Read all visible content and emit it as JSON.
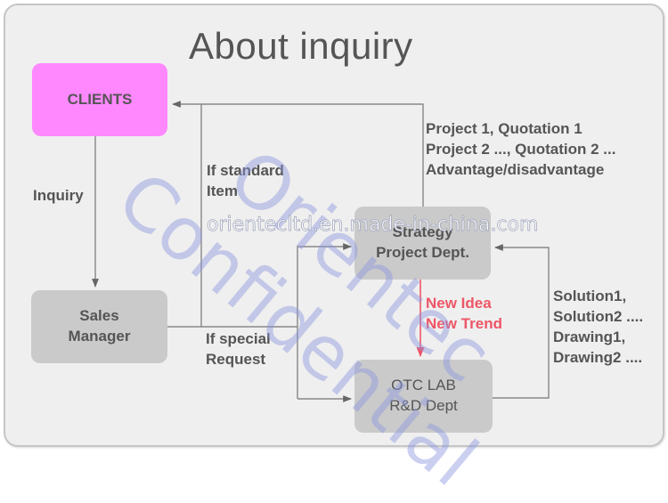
{
  "title": "About inquiry",
  "nodes": {
    "clients": "CLIENTS",
    "sales_manager": "Sales\nManager",
    "strategy": "Strategy\nProject Dept.",
    "lab": "OTC LAB\nR&D Dept"
  },
  "edge_labels": {
    "inquiry": "Inquiry",
    "standard_item": "If standard\nItem",
    "special_request": "If special\nRequest",
    "projects": "Project 1, Quotation 1\nProject 2 ..., Quotation 2 ...\nAdvantage/disadvantage",
    "new_idea": "New Idea\nNew Trend",
    "solutions": "Solution1,\nSolution2 ....\nDrawing1,\nDrawing2 ...."
  },
  "watermark": {
    "line1": "Orientec",
    "line2": "Confidential",
    "url": "orientecltd.en.made-in-china.com"
  },
  "colors": {
    "clients_fill": "#ff88ff",
    "box_fill": "#cacaca",
    "highlight_text": "#ee5566",
    "line": "#888888"
  }
}
